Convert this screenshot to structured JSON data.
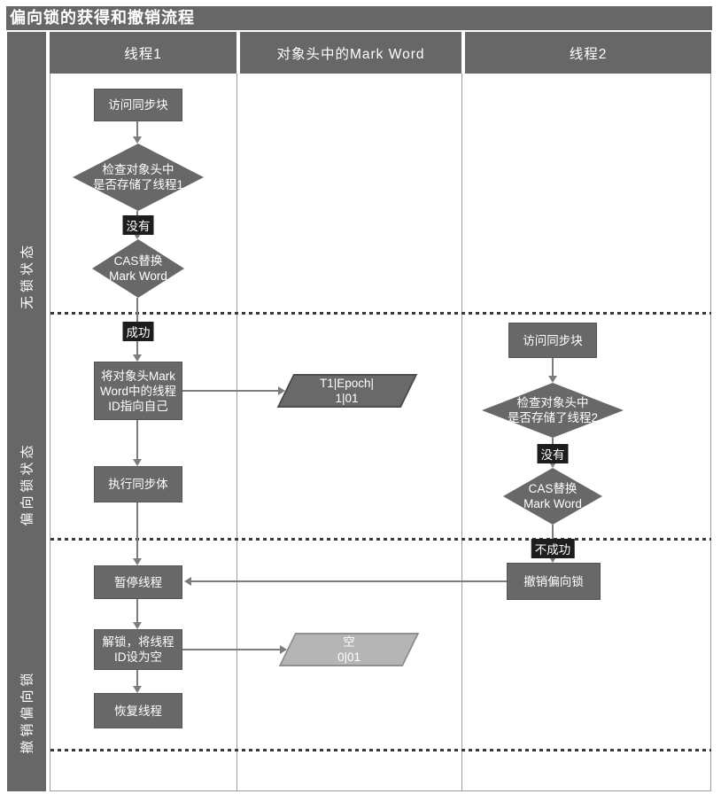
{
  "title": "偏向锁的获得和撤销流程",
  "columns": {
    "thread1": "线程1",
    "markword": "对象头中的Mark Word",
    "thread2": "线程2"
  },
  "lanes": {
    "lane1": "无锁状态",
    "lane2": "偏向锁状态",
    "lane3": "撤销偏向锁"
  },
  "thread1": {
    "visit": "访问同步块",
    "check": "检查对象头中\n是否存储了线程1",
    "no_label": "没有",
    "cas": "CAS替换\nMark Word",
    "success_label": "成功",
    "set_owner": "将对象头Mark\nWord中的线程\nID指向自己",
    "execute": "执行同步体",
    "pause": "暂停线程",
    "unlock": "解锁，将线程\nID设为空",
    "resume": "恢复线程"
  },
  "markword": {
    "biased_t1": "T1|Epoch|\n1|01",
    "empty": "空\n0|01"
  },
  "thread2": {
    "visit": "访问同步块",
    "check": "检查对象头中\n是否存储了线程2",
    "no_label": "没有",
    "cas": "CAS替换\nMark Word",
    "fail_label": "不成功",
    "revoke": "撤销偏向锁"
  },
  "colors": {
    "shape_gray": "#686868",
    "light_shape_gray": "#b5b5b5",
    "tag_black": "#1d1d1d",
    "line_gray": "#7d7d7d",
    "text_white": "#ffffff"
  }
}
